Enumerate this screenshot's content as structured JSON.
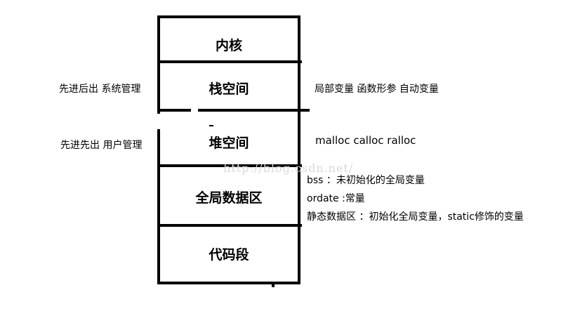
{
  "segments": [
    {
      "label": "内核"
    },
    {
      "label": "栈空间"
    },
    {
      "label": "堆空间"
    },
    {
      "label": "全局数据区"
    },
    {
      "label": "代码段"
    }
  ],
  "left_notes": {
    "stack": "先进后出  系统管理",
    "heap": "先进先出  用户管理"
  },
  "right_notes": {
    "stack": "局部变量  函数形参  自动变量",
    "heap": "malloc  calloc  ralloc",
    "global_bss": "bss  ：未初始化的全局变量",
    "global_rodata": "ordate :常量",
    "global_static": "静态数据区 ：初始化全局变量，static修饰的变量"
  },
  "watermark": "http://blog.csdn.net/"
}
